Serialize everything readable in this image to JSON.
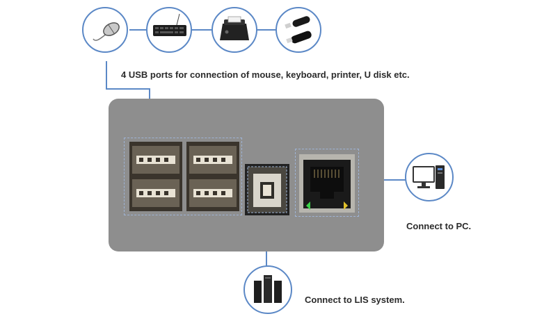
{
  "labels": {
    "usb": "4 USB ports for connection of mouse, keyboard, printer, U disk etc.",
    "pc": "Connect to PC.",
    "lis": "Connect to LIS system."
  },
  "icons": {
    "peripherals": [
      "mouse-icon",
      "keyboard-icon",
      "printer-icon",
      "u-disk-icon"
    ],
    "pc": "desktop-pc-icon",
    "lis": "lis-server-icon"
  },
  "colors": {
    "wire": "#5b88c6",
    "panel": "#8e8e8e",
    "text": "#2b2b2b"
  }
}
